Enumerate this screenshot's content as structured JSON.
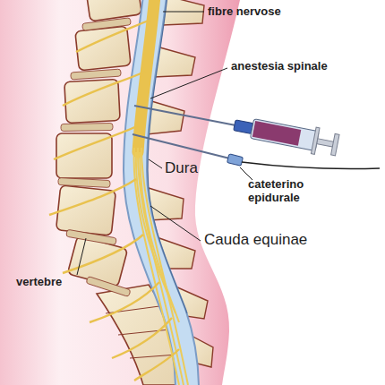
{
  "diagram": {
    "labels": [
      "fibre nervose",
      "anestesia spinale",
      "Dura",
      "cateterino epidurale",
      "Cauda equinae",
      "vertebre"
    ]
  }
}
